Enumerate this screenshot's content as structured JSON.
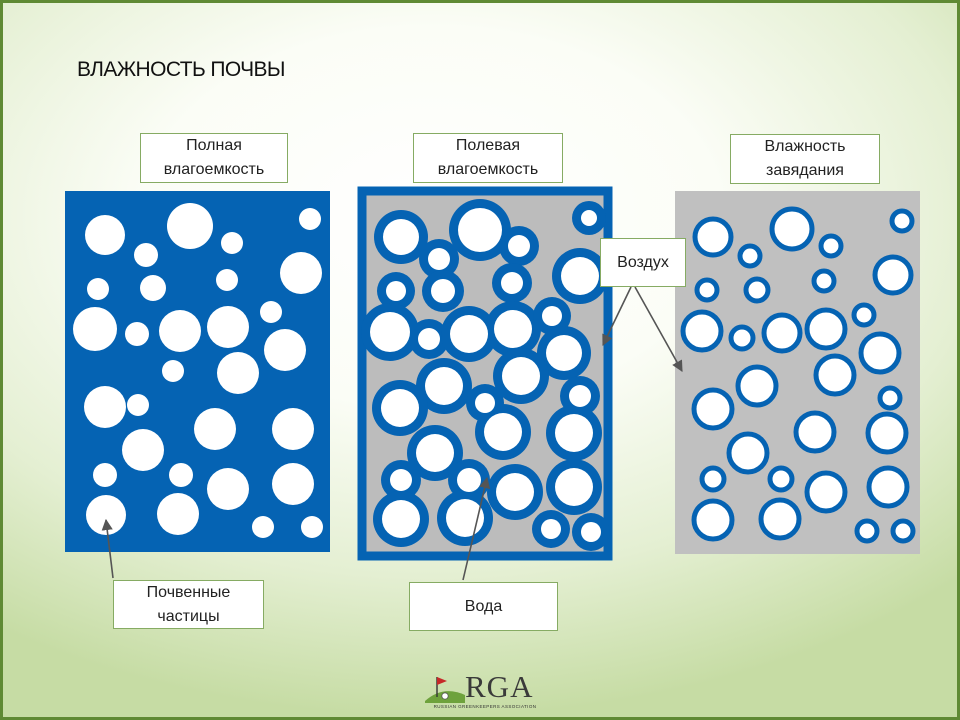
{
  "slide": {
    "title": "ВЛАЖНОСТЬ ПОЧВЫ"
  },
  "panels": [
    {
      "label": "Полная\nвлагоемкость",
      "fill": "#0563b3",
      "grains": "white",
      "films": "none"
    },
    {
      "label": "Полевая\nвлагоемкость",
      "fill": "#bcbcbc",
      "grains": "white",
      "films": "thick-blue"
    },
    {
      "label": "Влажность\nзавядания",
      "fill": "#c0c0c0",
      "grains": "white",
      "films": "thin-blue"
    }
  ],
  "callouts": {
    "air": "Воздух",
    "particles": "Почвенные\nчастицы",
    "water": "Вода"
  },
  "logo": {
    "mark": "RGA",
    "subtitle": "RUSSIAN GREENKEEPERS ASSOCIATION"
  },
  "colors": {
    "water_blue": "#0563b3",
    "air_grey": "#bdbdbd",
    "border_green": "#5f8a34",
    "label_border": "#86ab63"
  }
}
